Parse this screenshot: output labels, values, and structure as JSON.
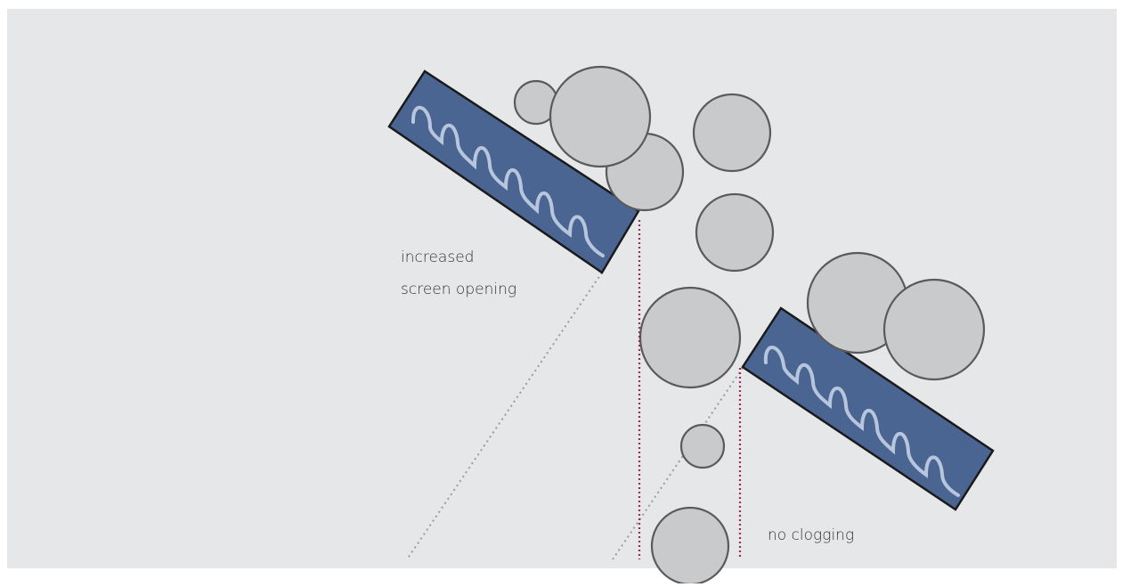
{
  "diagram": {
    "labels": {
      "increased_line1": "increased",
      "increased_line2": "screen opening",
      "no_clogging": "no clogging"
    },
    "colors": {
      "background": "#e6e7e9",
      "screen_bar": "#4a6592",
      "screen_edge": "#1a1a1a",
      "wave": "#b8c6dd",
      "particle_fill": "#c9cacb",
      "particle_stroke": "#5a5a5a",
      "guide_dotted": "#9a9a9a",
      "opening_marker": "#9c2b5a"
    }
  }
}
